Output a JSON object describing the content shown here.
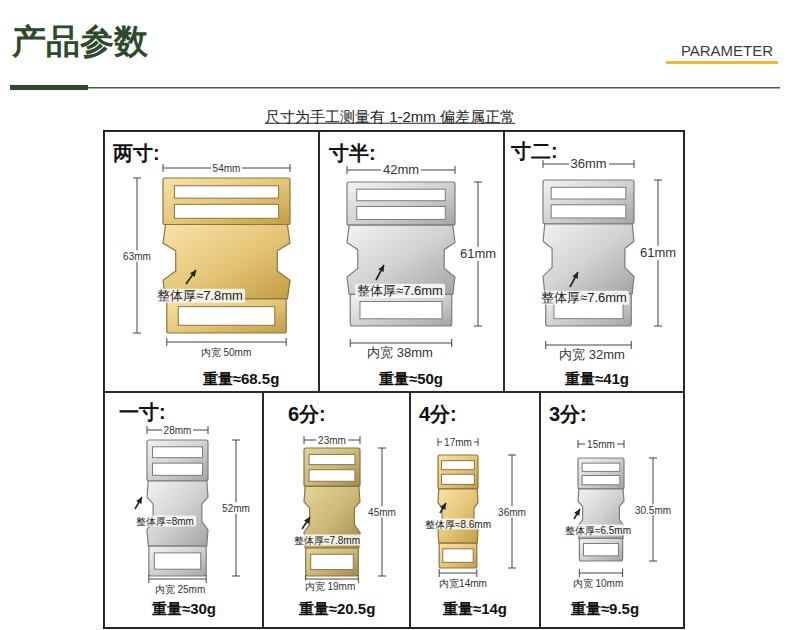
{
  "diagram": {
    "title": "产品参数",
    "nodes": [
      {
        "text": [
          "两寸:",
          "重量≈68.5g"
        ]
      },
      {
        "text": [
          "寸半:",
          "重量≈50g"
        ]
      },
      {
        "text": [
          "寸二:",
          "重量≈41g"
        ]
      },
      {
        "text": [
          "一寸:",
          "重量≈30g"
        ]
      },
      {
        "text": [
          "6分:",
          "重量≈20.5g"
        ]
      },
      {
        "text": [
          "4分:",
          "重量≈14g"
        ]
      },
      {
        "text": [
          "3分:",
          "重量≈9.5g"
        ]
      }
    ],
    "labels": [
      "PARAMETER",
      "尺寸为手工测量有 1-2mm 偏差属正常",
      "54mm",
      "63mm",
      "整体厚≈7.8mm",
      "内宽 50mm",
      "42mm",
      "61mm",
      "整体厚≈7.6mm",
      "内宽 38mm",
      "36mm",
      "61mm",
      "整体厚≈7.6mm",
      "内宽 32mm",
      "28mm",
      "52mm",
      "整体厚≈8mm",
      "内宽 25mm",
      "23mm",
      "45mm",
      "整体厚≈7.8mm",
      "内宽 19mm",
      "17mm",
      "36mm",
      "整体厚≈8.6mm",
      "内宽14mm",
      "15mm",
      "30.5mm",
      "整体厚≈6.5mm",
      "内宽 10mm"
    ]
  }
}
